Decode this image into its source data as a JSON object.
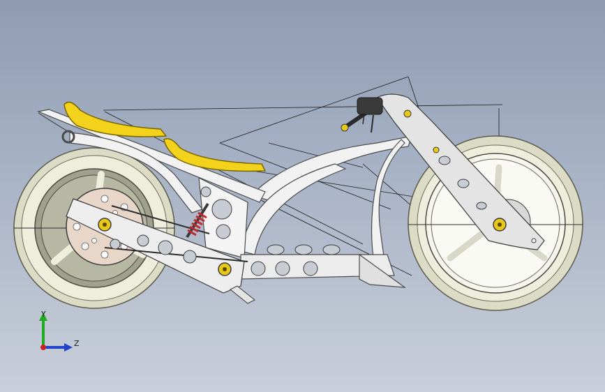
{
  "viewport": {
    "background_top": "#8e9bb2",
    "background_bottom": "#c9cfda"
  },
  "model": {
    "colors": {
      "tire": "#ecebd6",
      "tire_shadow": "#9a9a88",
      "frame": "#f2f2f2",
      "frame_edge": "#4a4a4a",
      "seat": "#f2d21a",
      "seat_edge": "#7a6400",
      "spring": "#c0282a",
      "hub": "#e8c81a"
    },
    "parts": [
      "rear-wheel",
      "front-wheel",
      "frame",
      "swingarm",
      "seat",
      "front-fork",
      "handlebar",
      "shock-absorber",
      "sprocket",
      "brake-disc"
    ]
  },
  "triad": {
    "y_label": "Y",
    "z_label": "Z",
    "y_color": "#22aa22",
    "z_color": "#2244cc",
    "x_color": "#cc2222"
  }
}
